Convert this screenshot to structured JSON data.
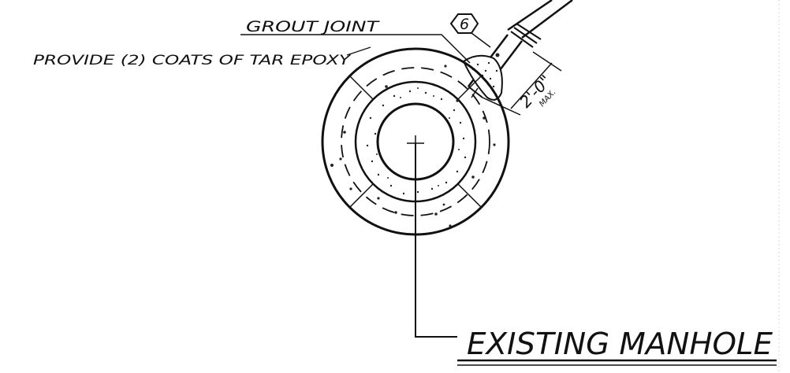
{
  "labels": {
    "grout_joint": "GROUT JOINT",
    "coats_note": "PROVIDE (2) COATS OF TAR EPOXY",
    "callout_number": "6",
    "dimension": "2'-0\"",
    "dimension_suffix": "MAX.",
    "existing_manhole": "EXISTING MANHOLE"
  },
  "colors": {
    "ink": "#111111",
    "paper": "#ffffff"
  }
}
